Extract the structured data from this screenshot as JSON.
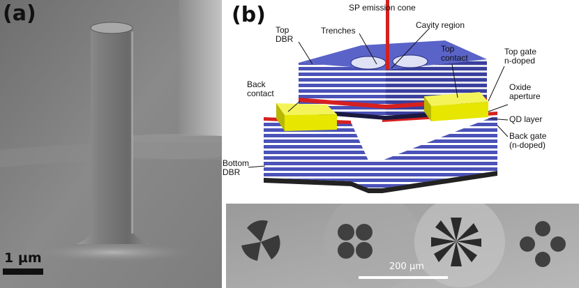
{
  "panel_a": {
    "label": "(a)",
    "scale_bar": "1 µm"
  },
  "panel_b": {
    "label": "(b)",
    "annotations": {
      "sp_emission_cone": "SP emission cone",
      "trenches": "Trenches",
      "cavity_region": "Cavity region",
      "top_dbr": "Top\nDBR",
      "top_contact": "Top\ncontact",
      "top_gate": "Top gate\nn-doped",
      "back_contact": "Back\ncontact",
      "oxide_aperture": "Oxide\naperture",
      "qd_layer": "QD layer",
      "back_gate": "Back gate\n(n-doped)",
      "bottom_dbr": "Bottom\nDBR"
    },
    "colors": {
      "dbr_blue": "#4b52b8",
      "contact_yellow": "#e6e600",
      "oxide_red": "#d62020"
    }
  },
  "panel_c": {
    "scale_bar": "200 µm"
  }
}
